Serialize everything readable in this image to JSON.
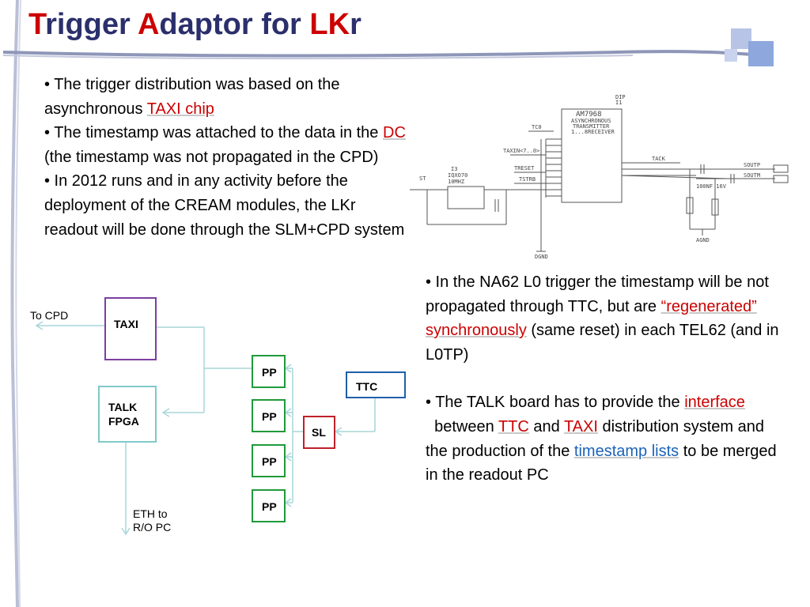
{
  "title": {
    "c1": "T",
    "r1": "rigger ",
    "c2": "A",
    "r2": "daptor for ",
    "c3": "LK",
    "r3": "r"
  },
  "left_bullets": {
    "b1_pre": "• The trigger distribution was based on the asynchronous ",
    "b1_hl": "TAXI chip",
    "b2_pre": "• The timestamp was attached to the data in the ",
    "b2_hl": "DC",
    "b2_post": " (the timestamp was not propagated in the CPD)",
    "b3": "• In 2012 runs and in any activity before the deployment of the CREAM modules, the LKr readout will be done through the SLM+CPD system"
  },
  "right_bullets": {
    "b1_pre": "• In the NA62 L0 trigger the timestamp will be not propagated through TTC, but are ",
    "b1_hl": "“regenerated” synchronously",
    "b1_post": " (same reset) in each TEL62 (and in L0TP)",
    "b2_pre": "• The TALK board has to provide the ",
    "b2_hl1": "interface",
    "b2_mid1": "  between ",
    "b2_hl2": "TTC",
    "b2_mid2": " and ",
    "b2_hl3": "TAXI",
    "b2_mid3": " distribution system  and the production of the ",
    "b2_hl4": "timestamp lists",
    "b2_post": " to be merged in the readout PC"
  },
  "diagram": {
    "taxi": "TAXI",
    "talk": "TALK FPGA",
    "pp": [
      "PP",
      "PP",
      "PP",
      "PP"
    ],
    "sl": "SL",
    "ttc": "TTC",
    "to_cpd": "To CPD",
    "eth": "ETH to R/O PC"
  },
  "schematic": {
    "dip": "DIP",
    "i1": "I1",
    "chip": "AM7968",
    "chip_sub1": "ASYNCHRONOUS",
    "chip_sub2": "TRANSMITTER",
    "chip_sub3": "1...8RECEIVER",
    "i3": "I3",
    "osc1": "IQXO70",
    "osc2": "10MHZ",
    "st": "ST",
    "tc": "TC0",
    "taxin": "TAXIN<7..0>",
    "treset": "TRESET",
    "tstrb": "TSTRB",
    "tack": "TACK",
    "soutp": "SOUTP",
    "soutm": "SOUTM",
    "agnd": "AGND",
    "dgnd": "DGND",
    "cap": "100NF 16V"
  },
  "colors": {
    "title": "#2b2f6b",
    "title_initial": "#cc0000",
    "highlight_red": "#cc0000",
    "highlight_blue": "#1a63b8",
    "taxi_border": "#7b3fa0",
    "talk_border": "#7fc9c9",
    "pp_border": "#1f9a3a",
    "sl_border": "#c0202a",
    "ttc_border": "#1f5fa8",
    "arrow": "#a9d6d9"
  }
}
